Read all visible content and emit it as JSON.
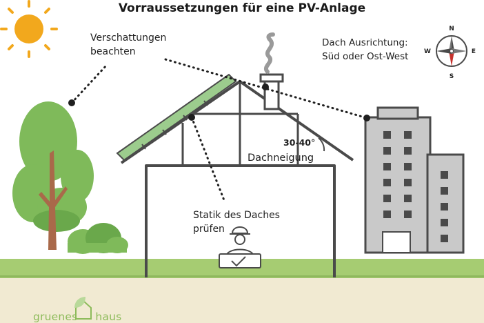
{
  "title": "Vorraussetzungen für eine PV-Anlage",
  "labels": {
    "shading_line1": "Verschattungen",
    "shading_line2": "beachten",
    "orientation_line1": "Dach Ausrichtung:",
    "orientation_line2": "Süd oder Ost-West",
    "statics_line1": "Statik des Daches",
    "statics_line2": "prüfen",
    "roof_pitch": "Dachneigung",
    "roof_angle": "30-40°"
  },
  "compass": {
    "north": "N",
    "south": "S",
    "east": "E",
    "west": "W"
  },
  "logo": {
    "part1": "gruenes",
    "part2": "haus"
  },
  "colors": {
    "sun": "#f2a81d",
    "tree_foliage": "#7fba5a",
    "tree_trunk": "#a9694a",
    "grass": "#a6cc72",
    "ground": "#f1ead2",
    "solar_panel": "#9ccc8d",
    "building": "#c9c9c9",
    "building_outline": "#4a4a4a",
    "compass_red": "#c6322d",
    "logo_green": "#8dbb5a"
  }
}
